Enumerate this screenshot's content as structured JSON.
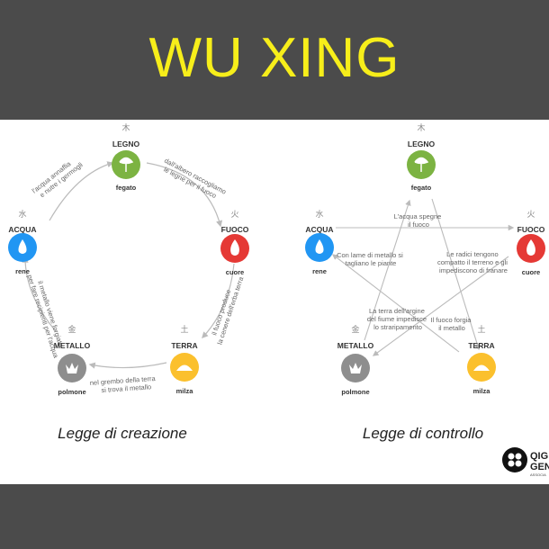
{
  "title": "WU XING",
  "elements": {
    "legno": {
      "name": "LEGNO",
      "organ": "fegato",
      "glyph": "木",
      "color": "#7cb342"
    },
    "fuoco": {
      "name": "FUOCO",
      "organ": "cuore",
      "glyph": "火",
      "color": "#e53935"
    },
    "terra": {
      "name": "TERRA",
      "organ": "milza",
      "glyph": "土",
      "color": "#fbc02d"
    },
    "metallo": {
      "name": "METALLO",
      "organ": "polmone",
      "glyph": "金",
      "color": "#8e8e8e"
    },
    "acqua": {
      "name": "ACQUA",
      "organ": "rene",
      "glyph": "水",
      "color": "#2196f3"
    }
  },
  "creation": {
    "caption": "Legge di creazione",
    "notes": {
      "legno_fuoco": [
        "dall'albero raccogliamo",
        "le legne per il fuoco"
      ],
      "fuoco_terra": [
        "il fuoco produce",
        "la cenere dell'erba terra"
      ],
      "terra_metallo": [
        "nel grembo della terra",
        "si trova il metallo"
      ],
      "metallo_acqua": [
        "il metallo viene forgiato",
        "per fare recipienti per l'acqua"
      ],
      "acqua_legno": [
        "l'acqua annaffia",
        "e nutre i germogli"
      ]
    }
  },
  "control": {
    "caption": "Legge di controllo",
    "notes": {
      "acqua_fuoco": [
        "L'acqua spegne",
        "il fuoco"
      ],
      "legno_terra": [
        "Le radici tengono",
        "compatto il terreno e gli",
        "impediscono di franare"
      ],
      "metallo_legno": [
        "Con lame di metallo si",
        "tagliano le piante"
      ],
      "terra_acqua": [
        "La terra dell'argine",
        "del fiume impedisce",
        "lo straripamento"
      ],
      "fuoco_metallo": [
        "Il fuoco forgia",
        "il metallo"
      ]
    }
  },
  "logo": {
    "line1": "QIG",
    "line2": "GEN",
    "small": "ASSOCIA"
  }
}
